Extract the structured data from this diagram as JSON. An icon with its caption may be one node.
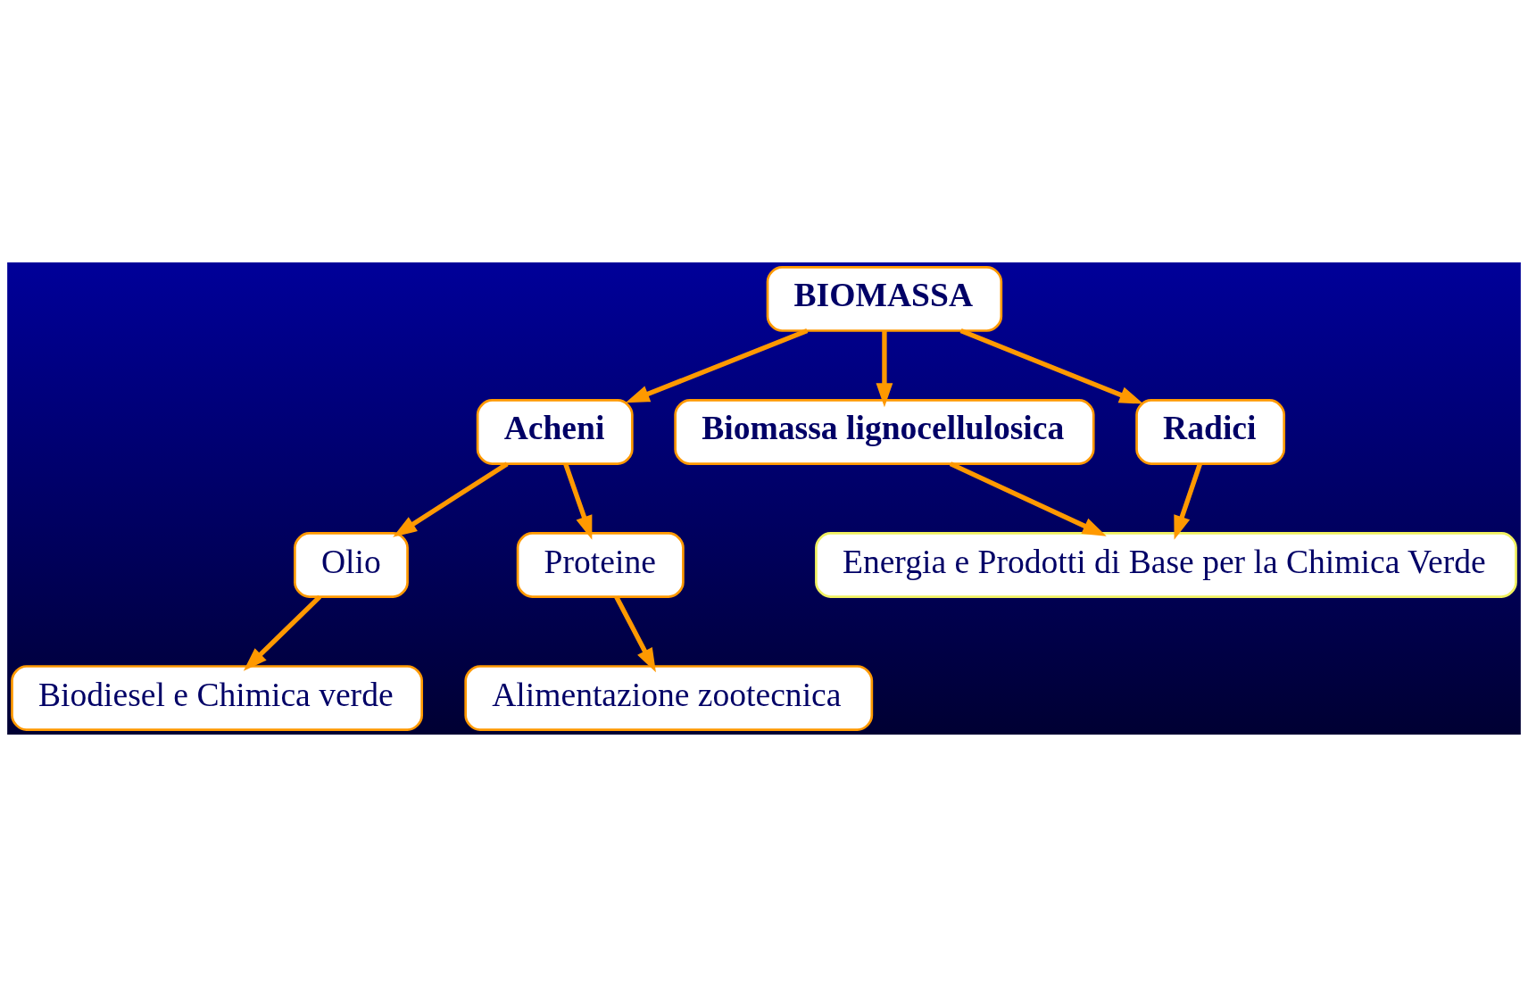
{
  "diagram": {
    "nodes": [
      {
        "text": [
          "BIOMASSA"
        ]
      },
      {
        "text": [
          "Acheni"
        ]
      },
      {
        "text": [
          "Biomassa lignocellulosica"
        ]
      },
      {
        "text": [
          "Radici"
        ]
      },
      {
        "text": [
          "Olio"
        ]
      },
      {
        "text": [
          "Proteine"
        ]
      },
      {
        "text": [
          "Energia e Prodotti di Base per la Chimica Verde"
        ]
      },
      {
        "text": [
          "Biodiesel e Chimica verde"
        ]
      },
      {
        "text": [
          "Alimentazione zootecnica"
        ]
      }
    ],
    "edges": [
      {
        "from": 0,
        "to": 1,
        "arrow": "to"
      },
      {
        "from": 0,
        "to": 2,
        "arrow": "to"
      },
      {
        "from": 0,
        "to": 3,
        "arrow": "to"
      },
      {
        "from": 1,
        "to": 4,
        "arrow": "to"
      },
      {
        "from": 1,
        "to": 5,
        "arrow": "to"
      },
      {
        "from": 2,
        "to": 6,
        "arrow": "to"
      },
      {
        "from": 3,
        "to": 6,
        "arrow": "to"
      },
      {
        "from": 4,
        "to": 7,
        "arrow": "to"
      },
      {
        "from": 5,
        "to": 8,
        "arrow": "to"
      }
    ]
  }
}
